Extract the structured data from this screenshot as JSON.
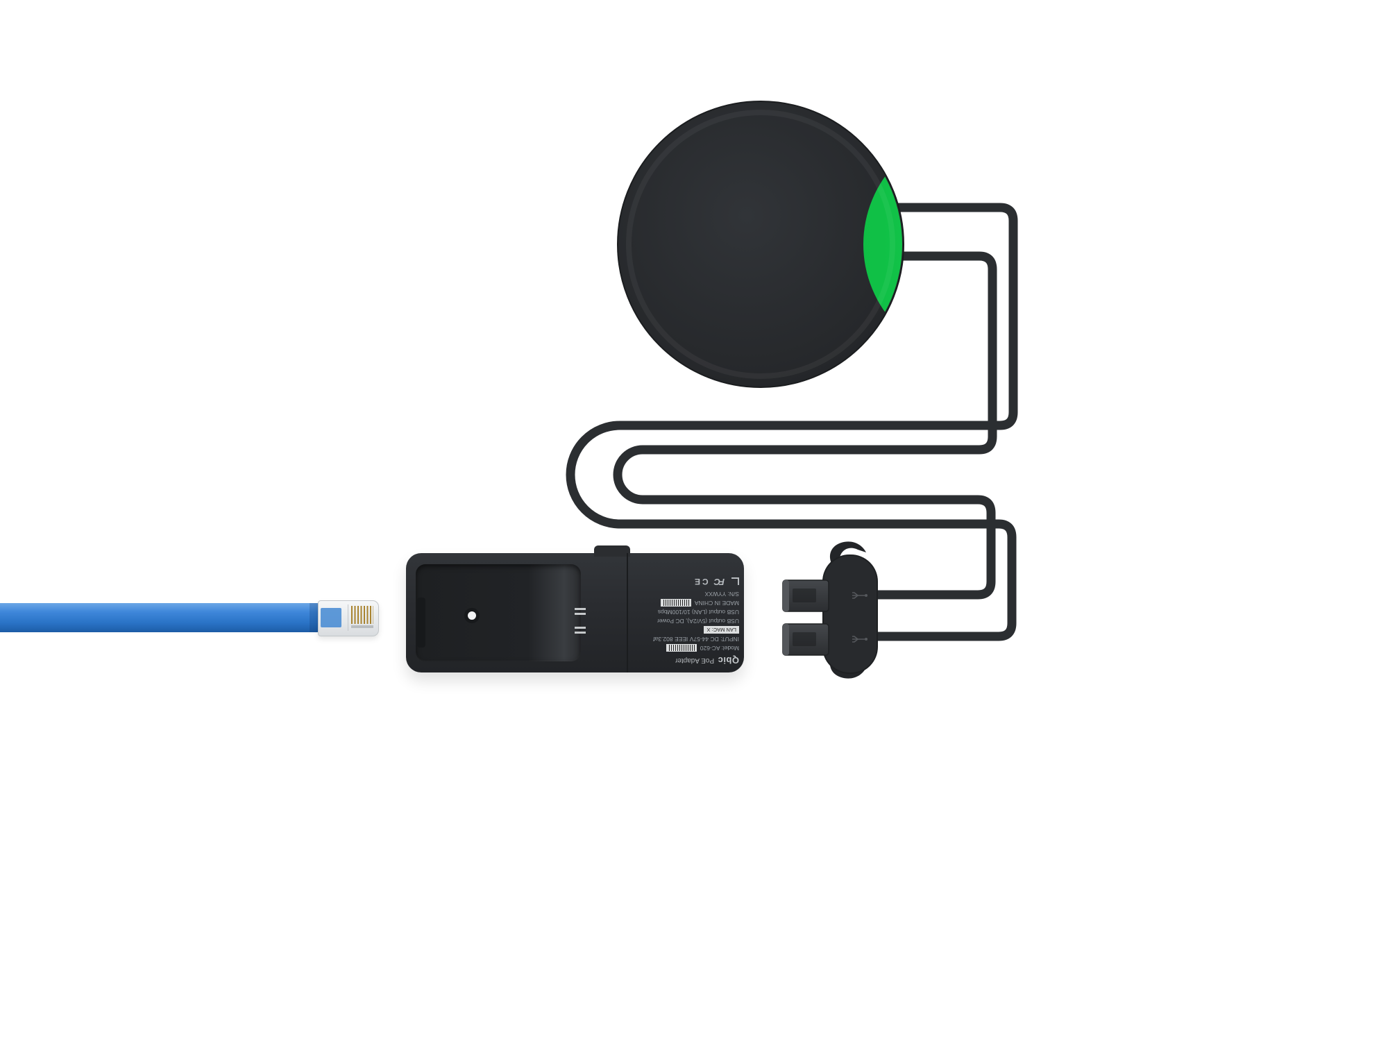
{
  "scene": {
    "description": "Exploded product view: round network device with green accent connected by two dark cables to a dual-USB latch connector, a Qbic PoE adapter, and a blue Ethernet cable with a clear RJ45 plug",
    "background_color": "#ffffff"
  },
  "colors": {
    "background": "#ffffff",
    "body-dark": "#2a2d30",
    "cable-dark": "#2b2e31",
    "accent-green": "#15c84a",
    "cable-blue": "#2f7fd3",
    "label-text": "#9aa0a6"
  },
  "device_disc": {
    "name": "round-device-puck",
    "body_color": "#2a2d30",
    "accent_color": "#15c84a"
  },
  "connector_assembly": {
    "type": "dual USB-A plugs on latch plate",
    "plug_count": 2
  },
  "ethernet": {
    "cable_color": "#2f7fd3",
    "connector_type": "RJ45"
  },
  "adapter_label": {
    "brand": "Qbic",
    "product": "PoE Adapter",
    "model_line": "Model: AC-620",
    "input_line": "INPUT: DC 44-57V IEEE 802.3af",
    "usb_power_line": "USB output (5V/2A), DC Power",
    "usb_lan_line": "USB output (LAN)  10/100Mbps",
    "made_in": "MADE IN CHINA",
    "serial_line": "S/N: YYWXX",
    "mac_line": "LAN MAC: X",
    "fcc_mark": "FC",
    "ce_mark": "CE"
  }
}
